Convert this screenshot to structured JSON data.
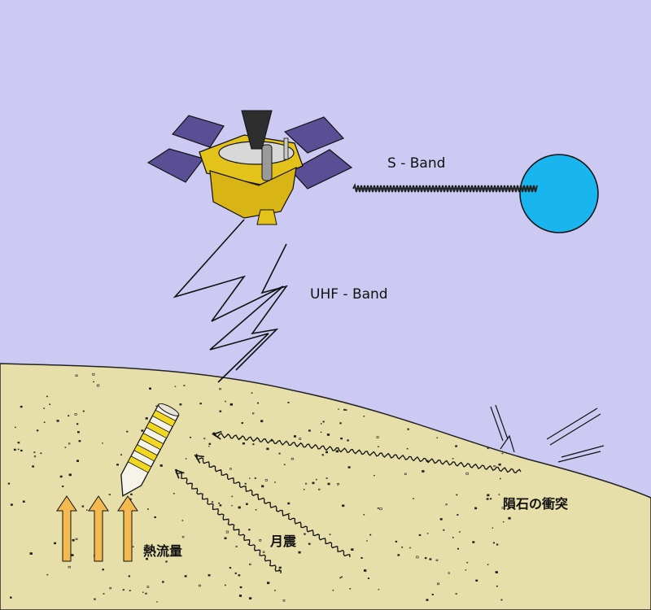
{
  "labels": {
    "s_band": "S - Band",
    "uhf_band": "UHF - Band",
    "meteorite_impact": "隕石の衝突",
    "moonquake": "月震",
    "heat_flow": "熱流量"
  },
  "colors": {
    "sky": "#cccaf2",
    "ground": "#e7dfaa",
    "earth": "#19b5ee",
    "solar_panel": "#5a4f95",
    "lander_body": "#e3c21a",
    "heat_arrow": "#f4ba4f",
    "probe_band": "#f2d81e"
  },
  "icons": [
    "lunar-lander-icon",
    "earth-globe-icon",
    "penetrator-probe-icon",
    "heat-flow-arrow-icon"
  ]
}
